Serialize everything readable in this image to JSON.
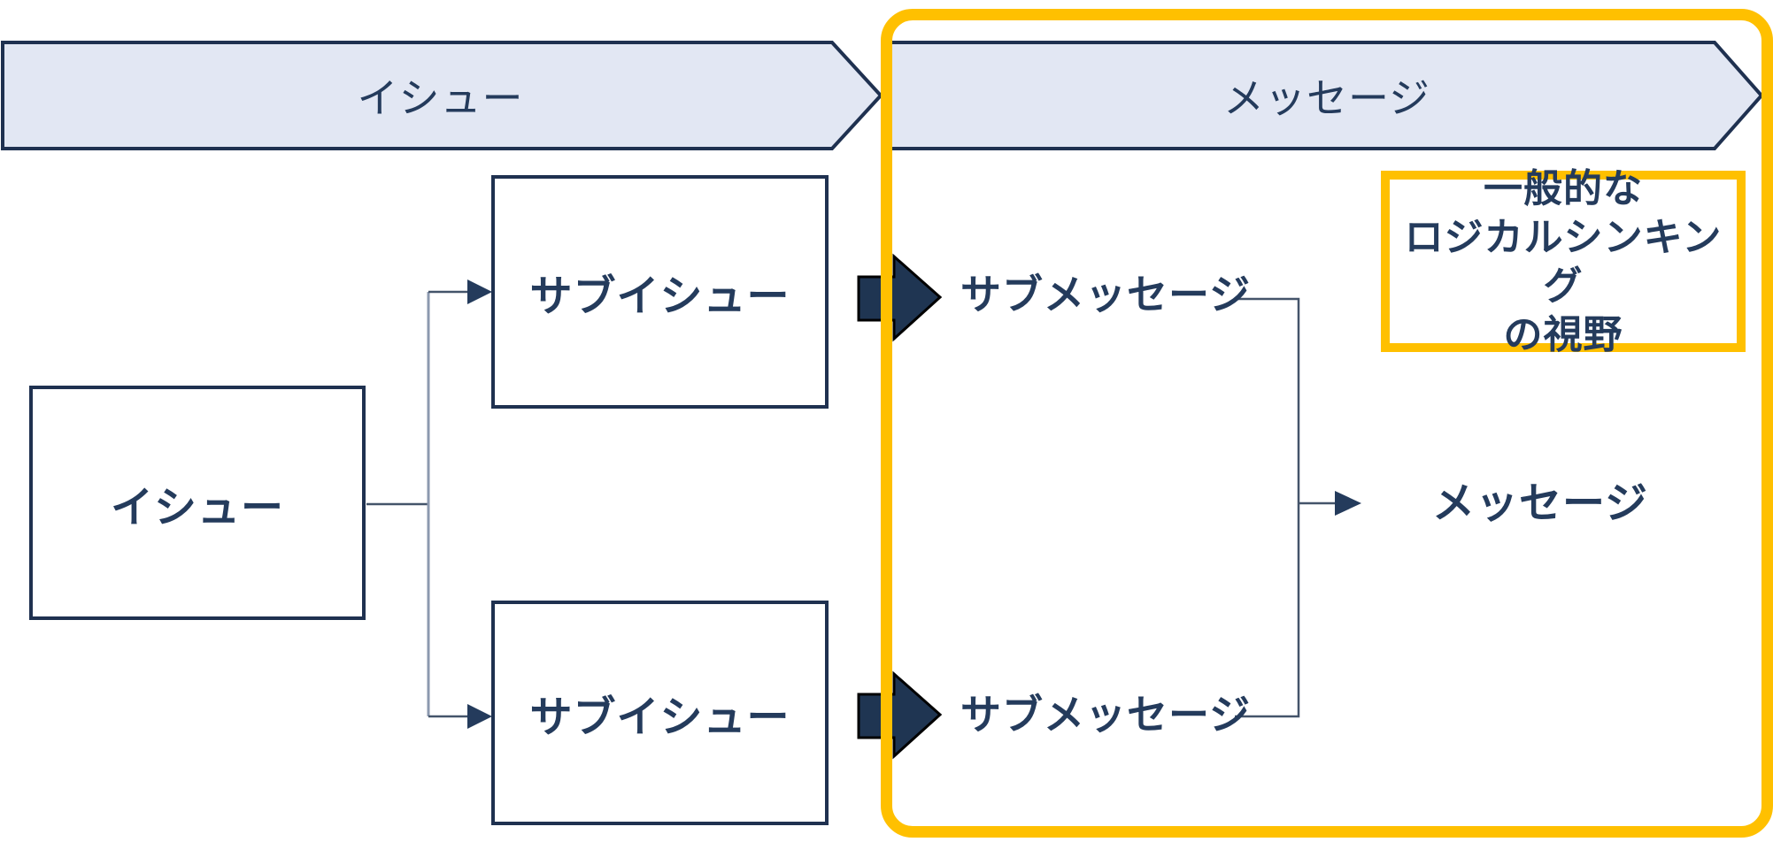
{
  "banners": [
    {
      "id": "issue",
      "label": "イシュー"
    },
    {
      "id": "message",
      "label": "メッセージ"
    }
  ],
  "boxes": {
    "issue": "イシュー",
    "sub_issue_top": "サブイシュー",
    "sub_issue_bottom": "サブイシュー"
  },
  "labels": {
    "sub_message_top": "サブメッセージ",
    "sub_message_bottom": "サブメッセージ",
    "message": "メッセージ"
  },
  "callout": {
    "lines": [
      "一般的な",
      "ロジカルシンキング",
      "の視野"
    ]
  },
  "colors": {
    "accent_yellow": "#FFC000",
    "navy_text": "#243B5C",
    "box_border": "#1F3150",
    "banner_fill": "#E2E7F3",
    "block_arrow_fill": "#1F3552",
    "block_arrow_outline": "#000000",
    "connector": "#44546A",
    "connector_light": "#8C99AF"
  }
}
